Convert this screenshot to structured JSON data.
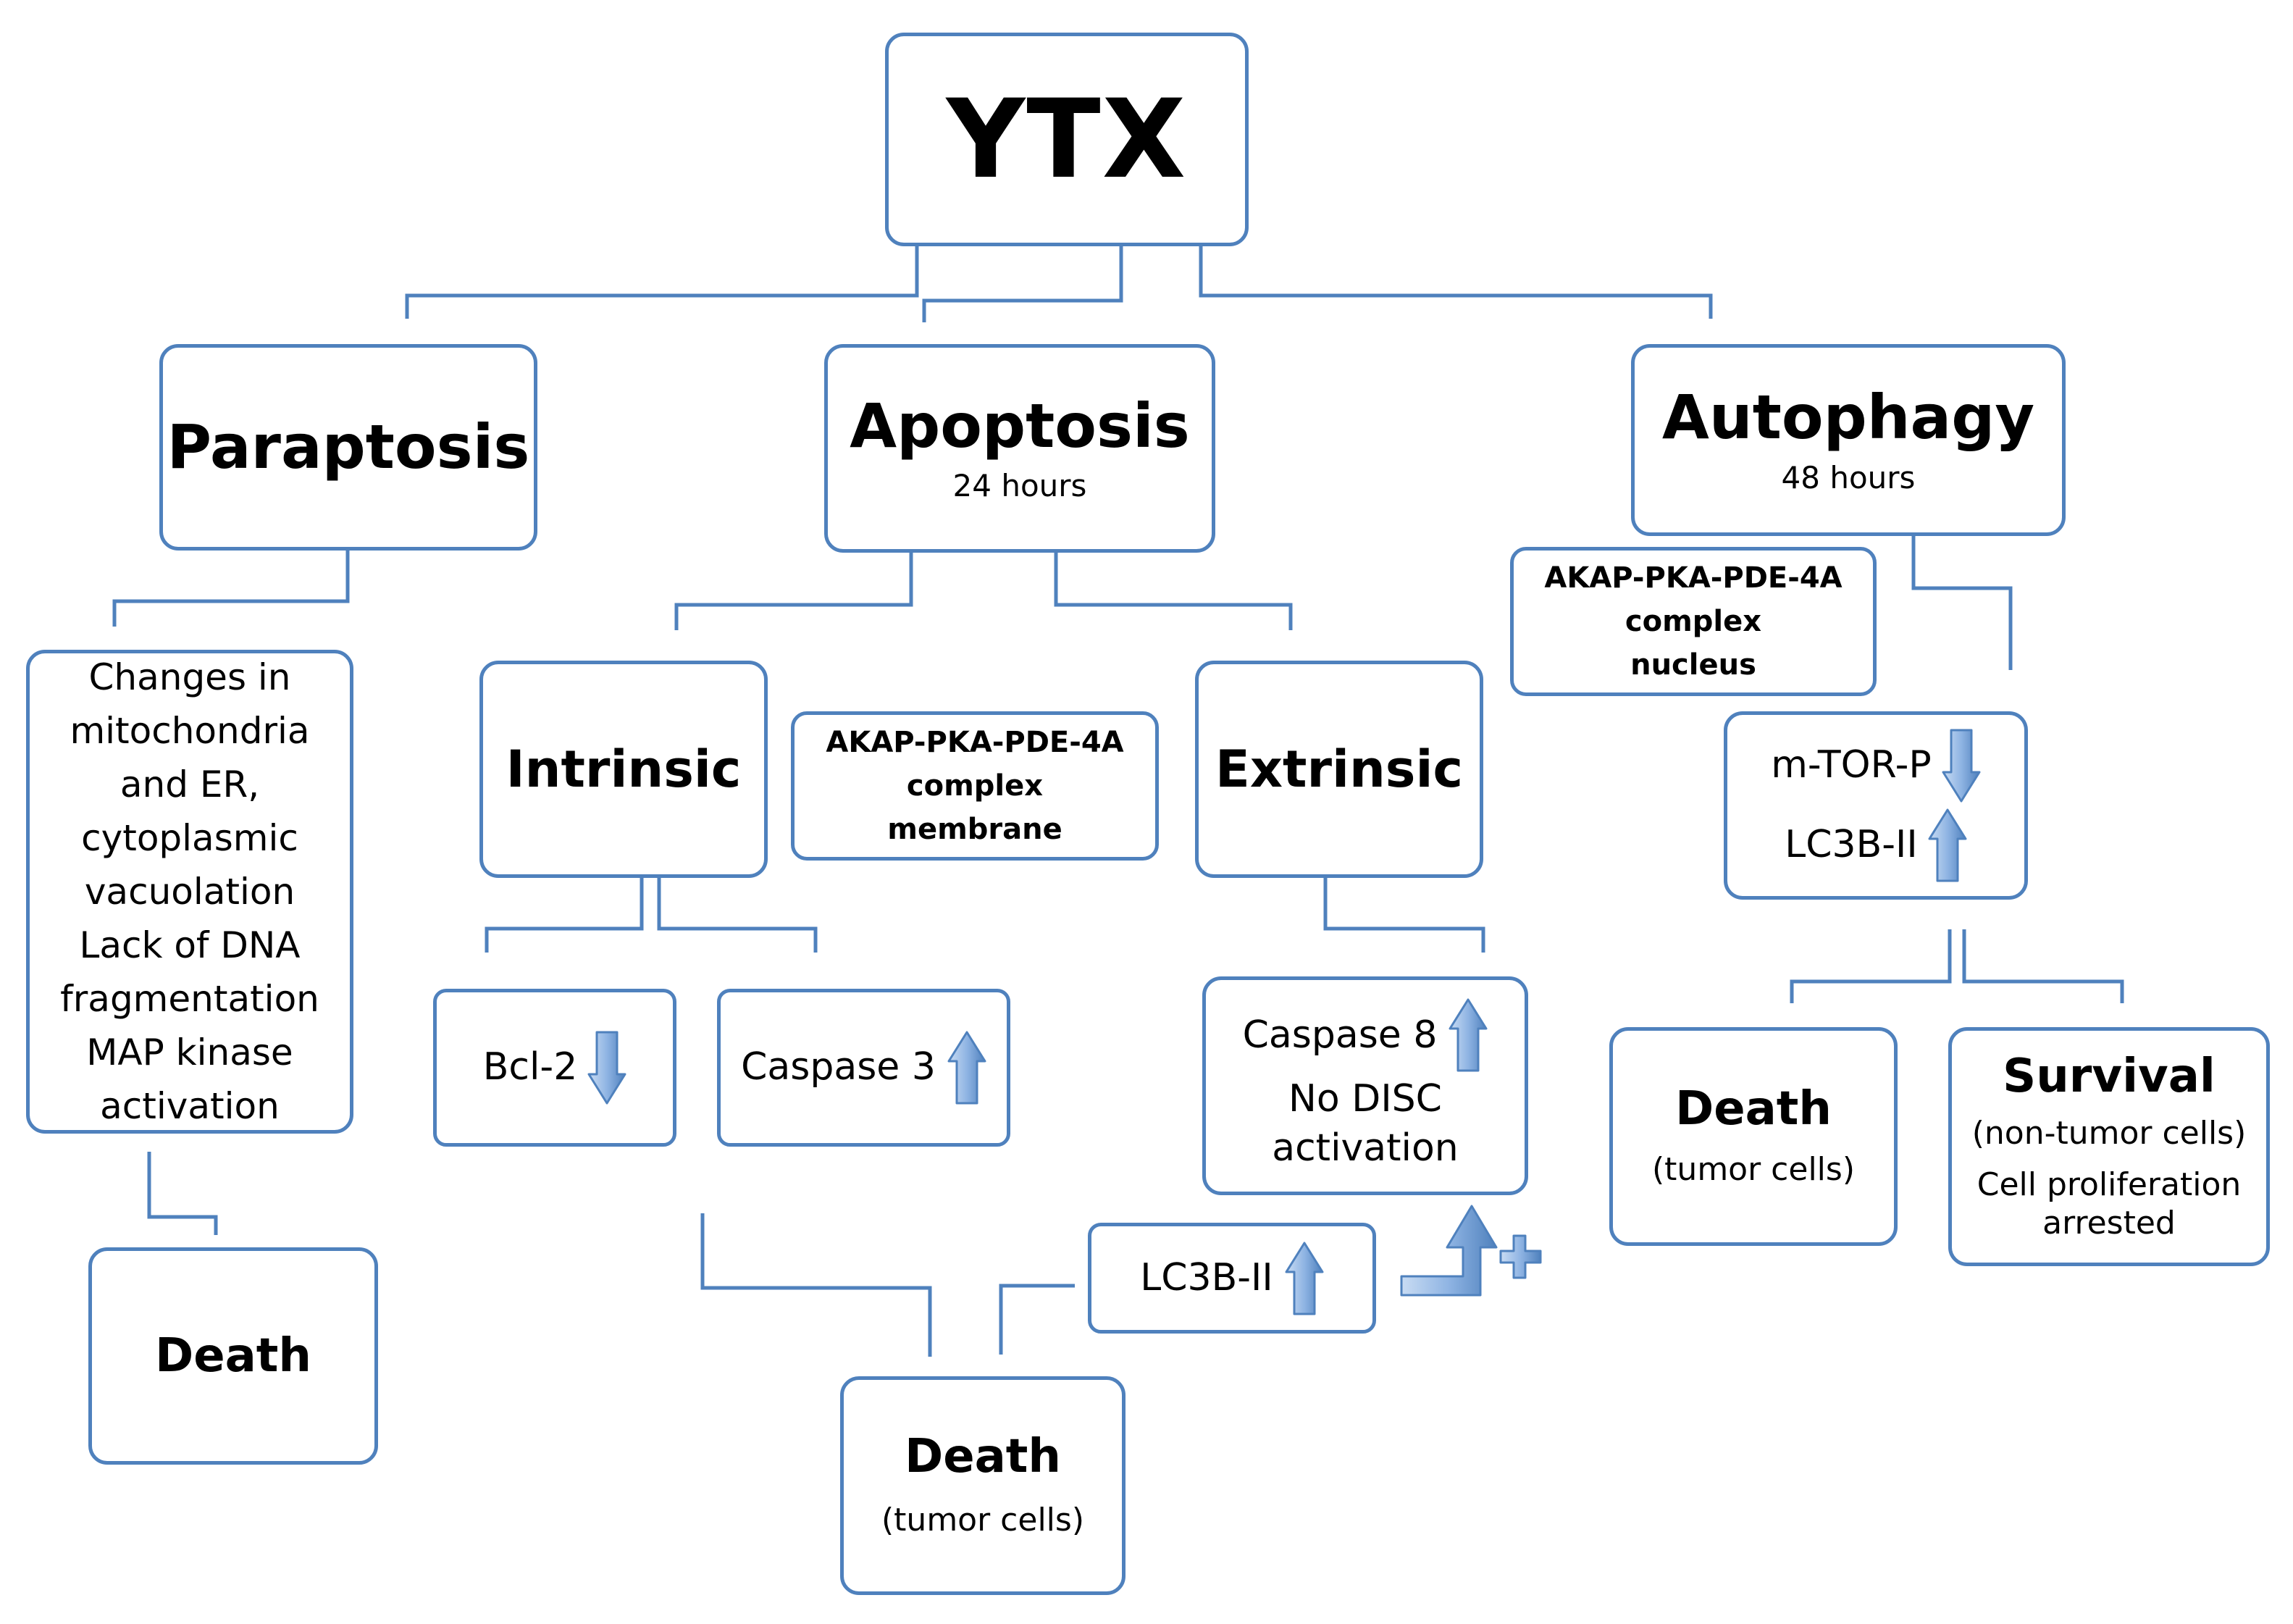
{
  "colors": {
    "line": "#4f81bd",
    "arrow_fill": "#8fb4e3",
    "arrow_stroke": "#4f81bd",
    "text": "#000000"
  },
  "icons": {
    "up": "up-arrow-icon",
    "down": "down-arrow-icon",
    "turn": "turn-up-arrow-icon",
    "plus": "plus-icon"
  },
  "root": {
    "label": "YTX"
  },
  "paraptosis": {
    "title": "Paraptosis",
    "features": [
      "Changes in",
      "mitochondria",
      "and ER,",
      "cytoplasmic",
      "vacuolation",
      "Lack of DNA",
      "fragmentation",
      "MAP kinase",
      "activation"
    ],
    "outcome": "Death"
  },
  "apoptosis": {
    "title": "Apoptosis",
    "time": "24 hours",
    "complex": [
      "AKAP-PKA-PDE-4A",
      "complex",
      "membrane"
    ],
    "intrinsic": {
      "title": "Intrinsic",
      "bcl2": {
        "label": "Bcl-2",
        "change": "down"
      },
      "caspase3": {
        "label": "Caspase 3",
        "change": "up"
      }
    },
    "extrinsic": {
      "title": "Extrinsic",
      "caspase8": {
        "label": "Caspase 8",
        "change": "up",
        "note_lines": [
          "No DISC",
          "activation"
        ]
      }
    },
    "lc3b": {
      "label": "LC3B-II",
      "change": "up"
    },
    "outcome": {
      "title": "Death",
      "sub": "(tumor cells)"
    }
  },
  "autophagy": {
    "title": "Autophagy",
    "time": "48 hours",
    "complex": [
      "AKAP-PKA-PDE-4A",
      "complex",
      "nucleus"
    ],
    "markers": [
      {
        "label": "m-TOR-P",
        "change": "down"
      },
      {
        "label": "LC3B-II",
        "change": "up"
      }
    ],
    "death": {
      "title": "Death",
      "sub": "(tumor cells)"
    },
    "survival": {
      "title": "Survival",
      "sub": "(non-tumor cells)",
      "note_lines": [
        "Cell proliferation",
        "arrested"
      ]
    }
  }
}
